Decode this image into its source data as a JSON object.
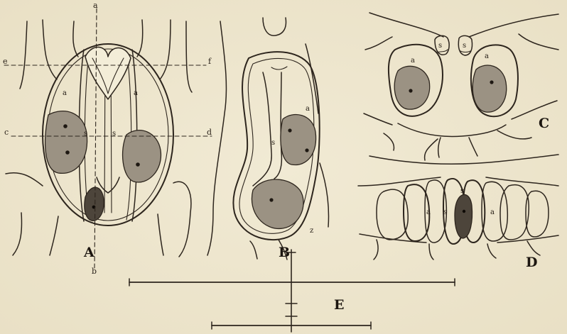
{
  "figures": {
    "A": {
      "label": "A",
      "cell_labels": [
        "a",
        "a",
        "s",
        "s"
      ],
      "section_lines": {
        "vertical_top": "a",
        "vertical_bottom": "b",
        "upper_left": "e",
        "upper_right": "f",
        "middle_left": "c",
        "middle_right": "d"
      }
    },
    "B": {
      "label": "B",
      "cell_labels": [
        "a",
        "s",
        "z"
      ]
    },
    "C": {
      "label": "C",
      "cell_labels": [
        "s",
        "s",
        "a",
        "a"
      ]
    },
    "D": {
      "label": "D",
      "cell_labels": [
        "a",
        "s",
        "s",
        "a"
      ]
    },
    "E": {
      "label": "E"
    }
  }
}
